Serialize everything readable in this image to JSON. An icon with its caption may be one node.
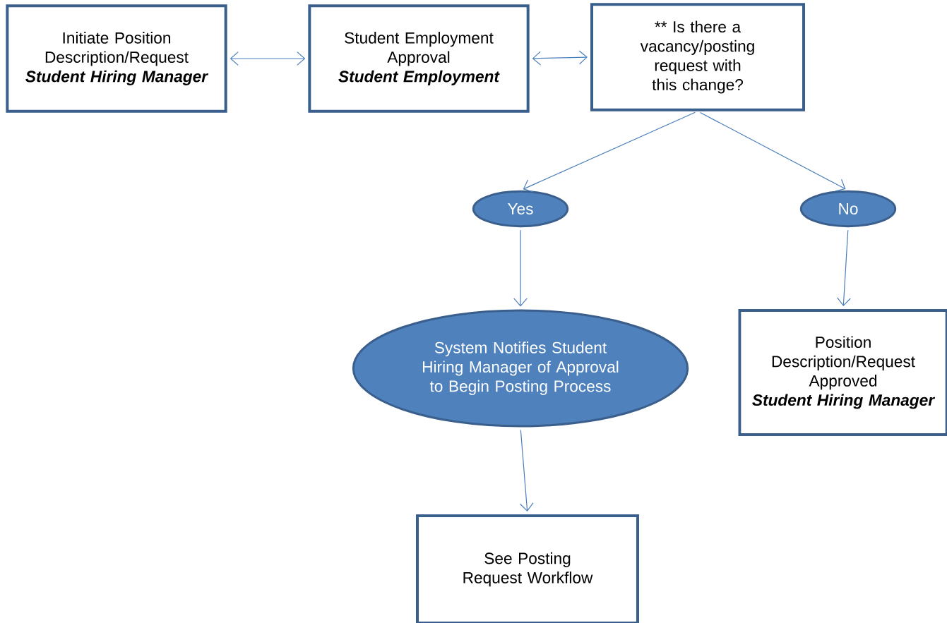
{
  "diagram": {
    "nodes": [
      {
        "text": [
          "Initiate Position Description/Request",
          "Student Hiring Manager"
        ]
      },
      {
        "text": [
          "Student Employment Approval",
          "Student Employment"
        ]
      },
      {
        "text": [
          "** Is there a vacancy/posting request with this change?"
        ]
      },
      {
        "text": [
          "Yes"
        ]
      },
      {
        "text": [
          "No"
        ]
      },
      {
        "text": [
          "System Notifies Student Hiring Manager of Approval to Begin Posting Process"
        ]
      },
      {
        "text": [
          "Position Description/Request Approved",
          "Student Hiring Manager"
        ]
      },
      {
        "text": [
          "See Posting Request Workflow"
        ]
      }
    ],
    "edges": [
      {
        "from": 0,
        "to": 1,
        "arrow": "both"
      },
      {
        "from": 1,
        "to": 2,
        "arrow": "both"
      },
      {
        "from": 2,
        "to": 3,
        "arrow": "to"
      },
      {
        "from": 2,
        "to": 4,
        "arrow": "to"
      },
      {
        "from": 3,
        "to": 5,
        "arrow": "to"
      },
      {
        "from": 4,
        "to": 6,
        "arrow": "to"
      },
      {
        "from": 5,
        "to": 7,
        "arrow": "to"
      }
    ]
  }
}
